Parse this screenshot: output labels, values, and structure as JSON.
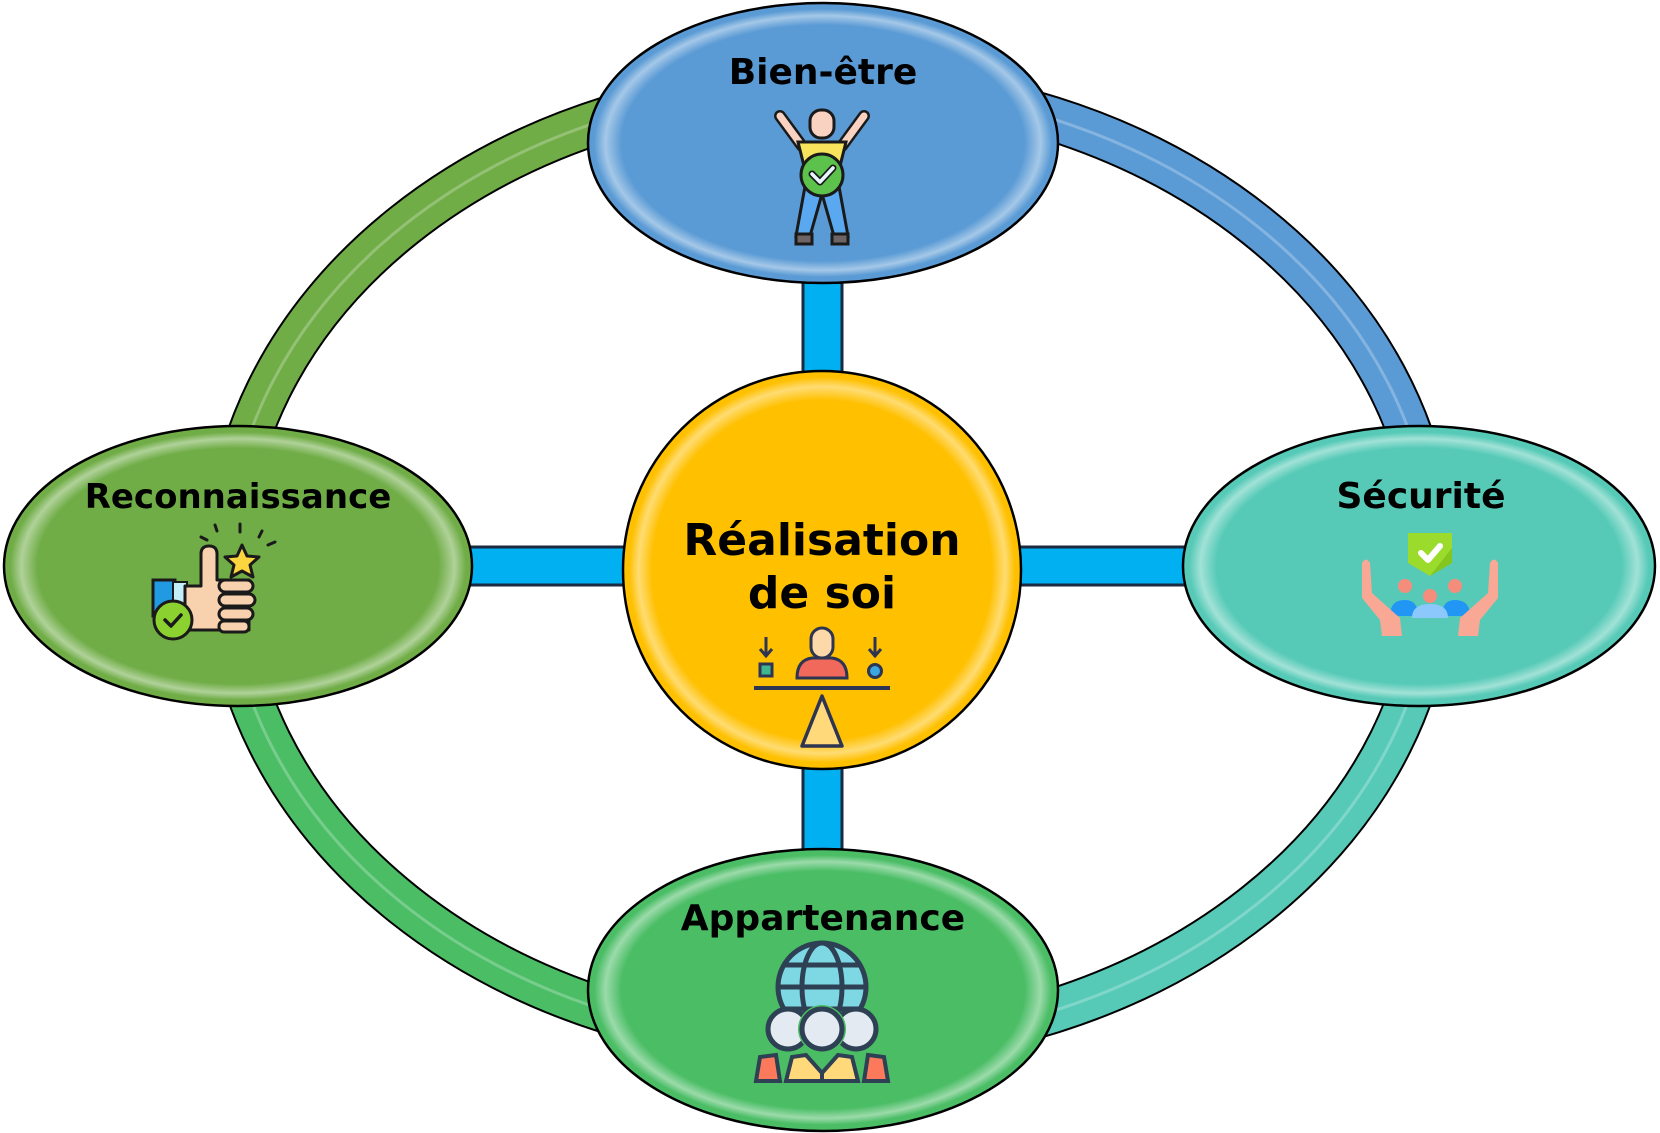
{
  "diagram": {
    "title": "Réalisation de soi",
    "center": {
      "line1": "Réalisation",
      "line2": "de soi",
      "icon": "balance-scale-person-icon",
      "color": "#FFC000"
    },
    "nodes": [
      {
        "id": "bien-etre",
        "label": "Bien-être",
        "icon": "person-arms-raised-check-icon",
        "color": "#5B9BD5",
        "position": "top"
      },
      {
        "id": "securite",
        "label": "Sécurité",
        "icon": "hands-shield-people-icon",
        "color": "#56CAB7",
        "position": "right"
      },
      {
        "id": "appartenance",
        "label": "Appartenance",
        "icon": "globe-group-icon",
        "color": "#4ABD65",
        "position": "bottom"
      },
      {
        "id": "reconnaissance",
        "label": "Reconnaissance",
        "icon": "thumbs-up-star-icon",
        "color": "#70AD47",
        "position": "left"
      }
    ],
    "ring_segments": [
      {
        "from": "bien-etre",
        "to": "securite",
        "color": "#5B9BD5"
      },
      {
        "from": "securite",
        "to": "appartenance",
        "color": "#56CAB7"
      },
      {
        "from": "appartenance",
        "to": "reconnaissance",
        "color": "#4ABD65"
      },
      {
        "from": "reconnaissance",
        "to": "bien-etre",
        "color": "#70AD47"
      }
    ],
    "connector_color": "#00B0F0",
    "outline_color": "#1B2A41"
  }
}
